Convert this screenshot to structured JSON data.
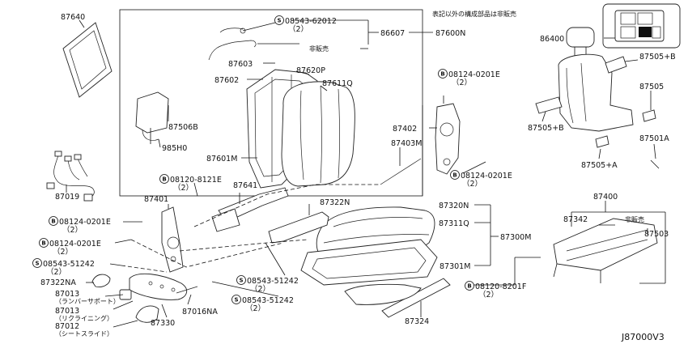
{
  "note": "表記以外の構成部品は非販売",
  "diagram_code": "J87000V3",
  "labels": {
    "p87640": "87640",
    "p08543_62012": "08543-62012",
    "p08543_62012_qty": "（2）",
    "p86607": "86607",
    "p87600N": "87600N",
    "hihanbai1": "非販売",
    "p87603": "87603",
    "p87602": "87602",
    "p87620P": "87620P",
    "p87611Q": "87611Q",
    "p87506B": "87506B",
    "p985H0": "985H0",
    "p87601M": "87601M",
    "p08124_0201E_a": "08124-0201E",
    "p08124_0201E_a_qty": "（2）",
    "p87402": "87402",
    "p87403M": "87403M",
    "p08124_0201E_b": "08124-0201E",
    "p08124_0201E_b_qty": "（2）",
    "p87019": "87019",
    "p08120_8121E": "08120-8121E",
    "p08120_8121E_qty": "（2）",
    "p87641": "87641",
    "p87401": "87401",
    "p87322N": "87322N",
    "p87320N": "87320N",
    "p87311Q": "87311Q",
    "p87300M": "87300M",
    "p87301M": "87301M",
    "p08124_0201E_c": "08124-0201E",
    "p08124_0201E_c_qty": "（2）",
    "p08124_0201E_d": "08124-0201E",
    "p08124_0201E_d_qty": "（2）",
    "p08543_51242_a": "08543-51242",
    "p08543_51242_a_qty": "（2）",
    "p08543_51242_b": "08543-51242",
    "p08543_51242_b_qty": "（2）",
    "p08543_51242_c": "08543-51242",
    "p08543_51242_c_qty": "（2）",
    "p87322NA": "87322NA",
    "p87013_a": "87013",
    "p87013_a_desc": "（ランバーサポート）",
    "p87013_b": "87013",
    "p87013_b_desc": "（リクライニング）",
    "p87012": "87012",
    "p87012_desc": "（シートスライド）",
    "p87016NA": "87016NA",
    "p87330": "87330",
    "p87324": "87324",
    "p08120_8201F": "08120-8201F",
    "p08120_8201F_qty": "（2）",
    "p86400": "86400",
    "p87505B_a": "87505+B",
    "p87505": "87505",
    "p87505B_b": "87505+B",
    "p87501A": "87501A",
    "p87505A": "87505+A",
    "p87400": "87400",
    "p87342": "87342",
    "hihanbai2": "非販売",
    "p87503": "87503"
  },
  "circle_marks": {
    "s": "S",
    "b": "B"
  }
}
